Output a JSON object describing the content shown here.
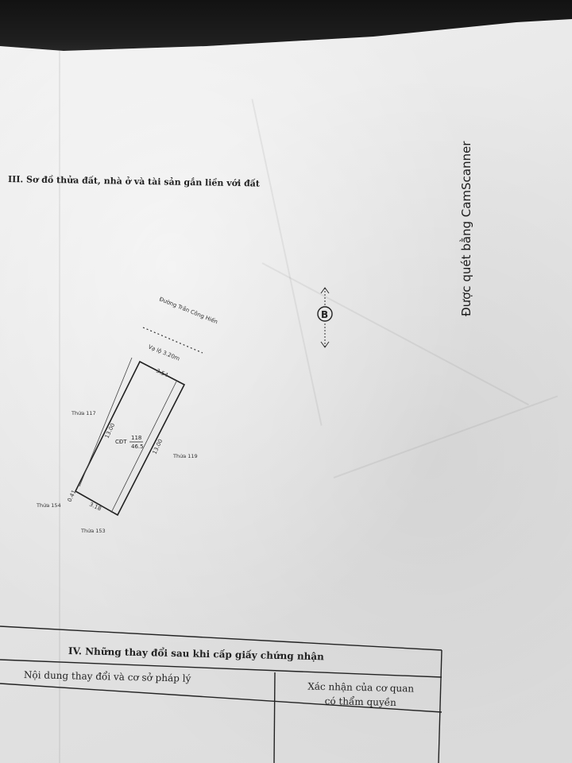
{
  "section_iii_title": "III. Sơ đồ thửa đất, nhà ở và tài sản gắn liền với đất",
  "watermark": "Được quét bằng CamScanner",
  "map": {
    "street": "Đường Trần Công Hiến",
    "setback": "Vạ lộ 3.20m",
    "dim_top": "3.54",
    "dim_left": "13.00",
    "dim_right": "13.00",
    "dim_bottom": "3.18",
    "dim_corner": "0.41",
    "parcel_label": "CĐT",
    "parcel_number": "118",
    "parcel_area": "46.5",
    "neighbor_117": "Thửa 117",
    "neighbor_119": "Thửa 119",
    "neighbor_154": "Thửa 154",
    "neighbor_153": "Thửa 153",
    "north_symbol": "B"
  },
  "section_iv": {
    "title": "IV. Những thay đổi sau khi cấp giấy chứng nhận",
    "col_content": "Nội dung thay đổi và cơ sở pháp lý",
    "col_confirm_line1": "Xác nhận của cơ quan",
    "col_confirm_line2": "có thẩm quyền"
  }
}
